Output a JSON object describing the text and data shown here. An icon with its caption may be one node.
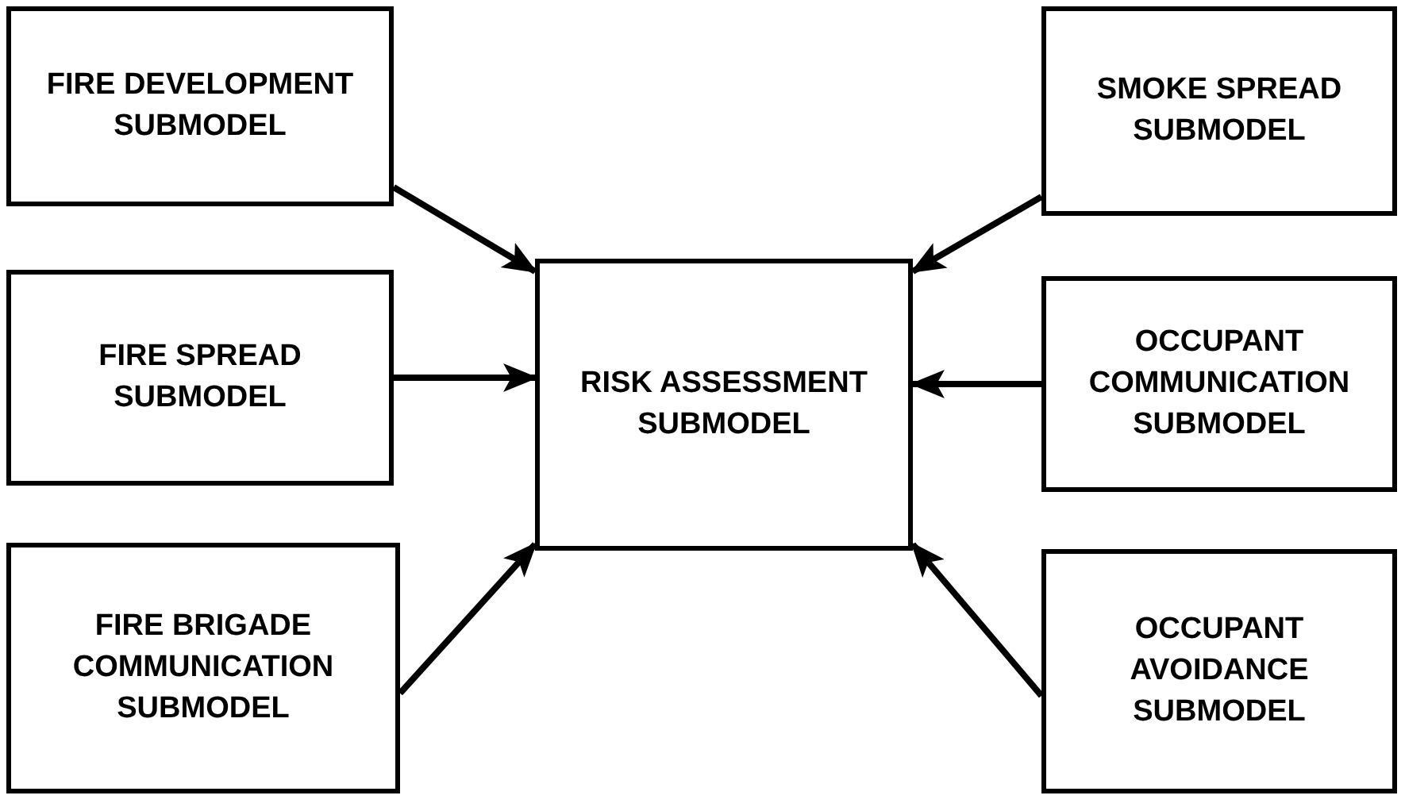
{
  "diagram": {
    "nodes": [
      {
        "text": [
          "FIRE DEVELOPMENT SUBMODEL"
        ]
      },
      {
        "text": [
          "SMOKE SPREAD SUBMODEL"
        ]
      },
      {
        "text": [
          "FIRE SPREAD SUBMODEL"
        ]
      },
      {
        "text": [
          "RISK ASSESSMENT SUBMODEL"
        ]
      },
      {
        "text": [
          "OCCUPANT COMMUNICATION SUBMODEL"
        ]
      },
      {
        "text": [
          "FIRE BRIGADE COMMUNICATION SUBMODEL"
        ]
      },
      {
        "text": [
          "OCCUPANT AVOIDANCE SUBMODEL"
        ]
      }
    ],
    "edges": [
      {
        "from": 0,
        "to": 3,
        "arrow": "to"
      },
      {
        "from": 1,
        "to": 3,
        "arrow": "to"
      },
      {
        "from": 2,
        "to": 3,
        "arrow": "to"
      },
      {
        "from": 4,
        "to": 3,
        "arrow": "to"
      },
      {
        "from": 5,
        "to": 3,
        "arrow": "to"
      },
      {
        "from": 6,
        "to": 3,
        "arrow": "to"
      }
    ]
  }
}
